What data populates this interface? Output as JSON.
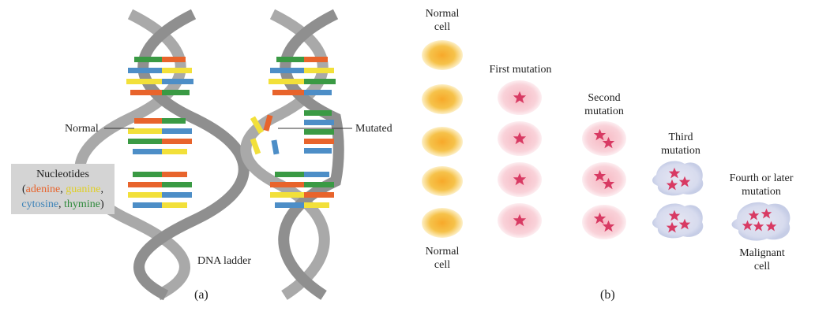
{
  "panel_a": {
    "normal_label": "Normal",
    "mutated_label": "Mutated",
    "nucleotides": {
      "title": "Nucleotides",
      "open_paren": "(",
      "adenine": "adenine",
      "sep1": ", ",
      "guanine": "guanine",
      "sep2": ",",
      "cytosine": "cytosine",
      "sep3": ", ",
      "thymine": "thymine",
      "close_paren": ")"
    },
    "caption": "DNA ladder",
    "panel_label": "(a)"
  },
  "panel_b": {
    "normal_cell_top": [
      "Normal",
      "cell"
    ],
    "first_mutation": "First mutation",
    "second_mutation": [
      "Second",
      "mutation"
    ],
    "third_mutation": [
      "Third",
      "mutation"
    ],
    "fourth_mutation": [
      "Fourth or later",
      "mutation"
    ],
    "normal_cell_bottom": [
      "Normal",
      "cell"
    ],
    "malignant_cell": [
      "Malignant",
      "cell"
    ],
    "panel_label": "(b)"
  },
  "colors": {
    "adenine": "#e8642c",
    "guanine": "#f2e03a",
    "cytosine": "#4d8ec7",
    "thymine": "#3a9a44",
    "backbone": "#a9a9a9",
    "normal_cell": "#f5b93a",
    "mutant_cell": "#f7c6cf",
    "star": "#d83a63"
  }
}
